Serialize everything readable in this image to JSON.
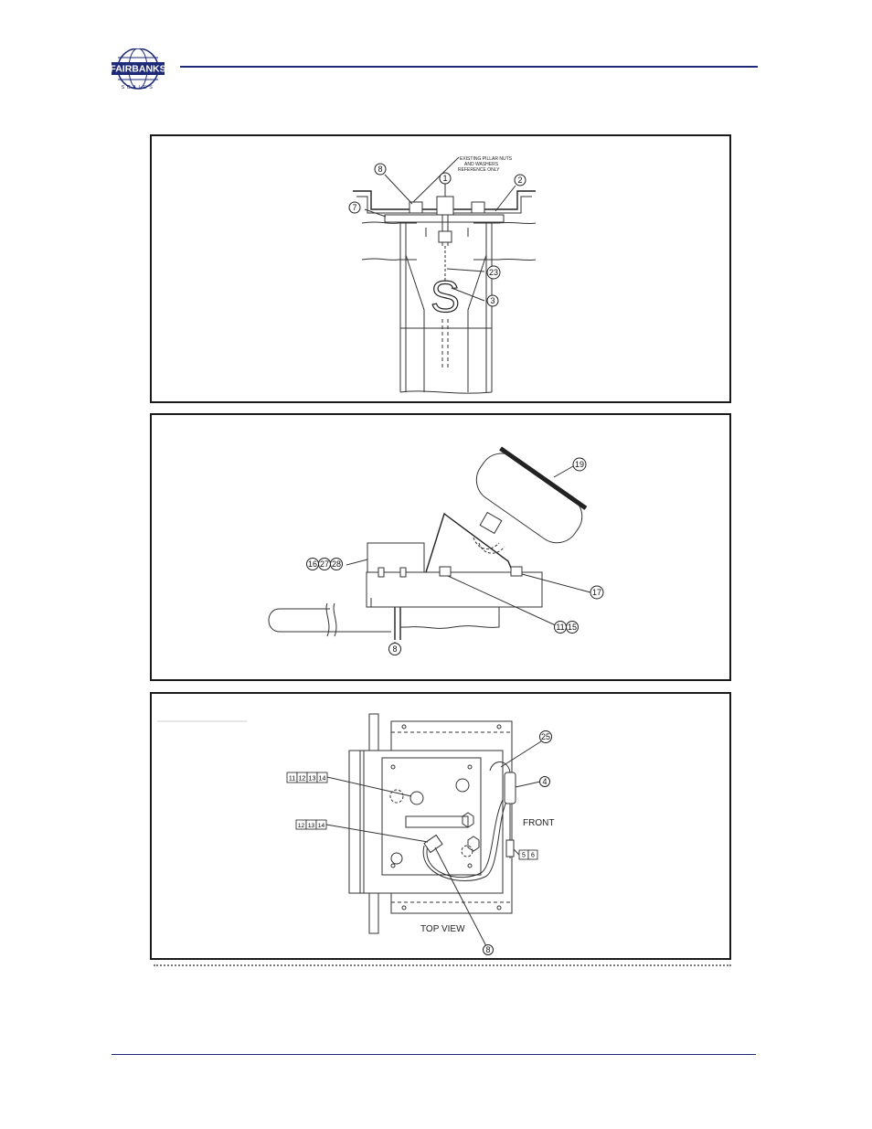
{
  "header": {
    "logo": {
      "top_text": "FAIRBANKS",
      "bottom_text": "SCALES",
      "icon": "globe-logo-icon"
    },
    "accent_color": "#1e2a78"
  },
  "figure1": {
    "note_lines": [
      "EXISTING PILLAR NUTS",
      "AND WASHERS",
      "REFERENCE ONLY"
    ],
    "callouts": {
      "c8": "8",
      "c1": "1",
      "c2": "2",
      "c7": "7",
      "c23": "23",
      "c3": "3"
    },
    "hook_glyph": "S"
  },
  "figure2": {
    "callouts": {
      "c19": "19",
      "c16": "16",
      "c27": "27",
      "c28": "28",
      "c17": "17",
      "c11": "11",
      "c15": "15",
      "c8": "8"
    }
  },
  "figure3": {
    "callouts": {
      "c25": "25",
      "c4": "4",
      "c5": "5",
      "c6": "6",
      "c8": "8"
    },
    "label_group_1": [
      "11",
      "12",
      "13",
      "14"
    ],
    "label_group_2": [
      "12",
      "13",
      "14"
    ],
    "front_label": "FRONT",
    "top_view_label": "TOP VIEW"
  }
}
